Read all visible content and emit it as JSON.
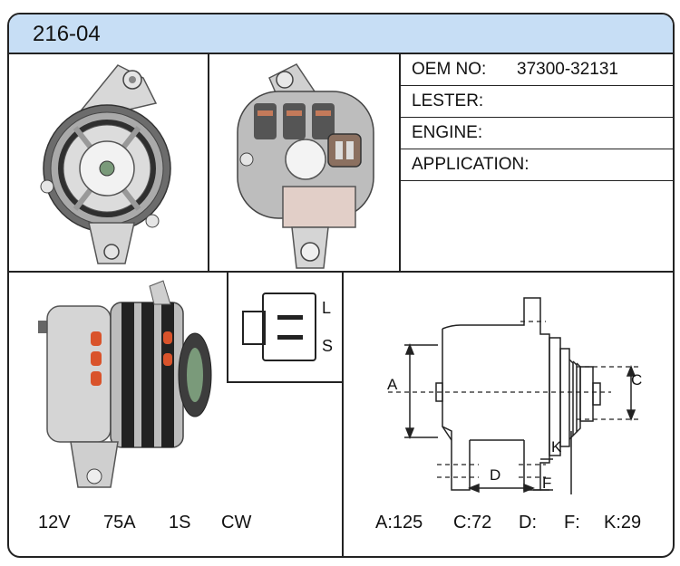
{
  "header": {
    "part_number": "216-04"
  },
  "specs": {
    "oem_label": "OEM NO:",
    "oem_value": "37300-32131",
    "lester_label": "LESTER:",
    "engine_label": "ENGINE:",
    "application_label": "APPLICATION:"
  },
  "connector": {
    "pin_top": "L",
    "pin_bottom": "S"
  },
  "electrical": {
    "voltage": "12V",
    "amperage": "75A",
    "pulley": "1S",
    "rotation": "CW"
  },
  "dimensions": {
    "label_a": "A",
    "label_c": "C",
    "label_d": "D",
    "label_f": "F",
    "label_k": "K",
    "a": "A:125",
    "c": "C:72",
    "d": "D:",
    "f": "F:",
    "k": "K:29"
  },
  "colors": {
    "header_bg": "#c7def5",
    "accent_red": "#d9532b",
    "metal": "#c8c8c8"
  }
}
